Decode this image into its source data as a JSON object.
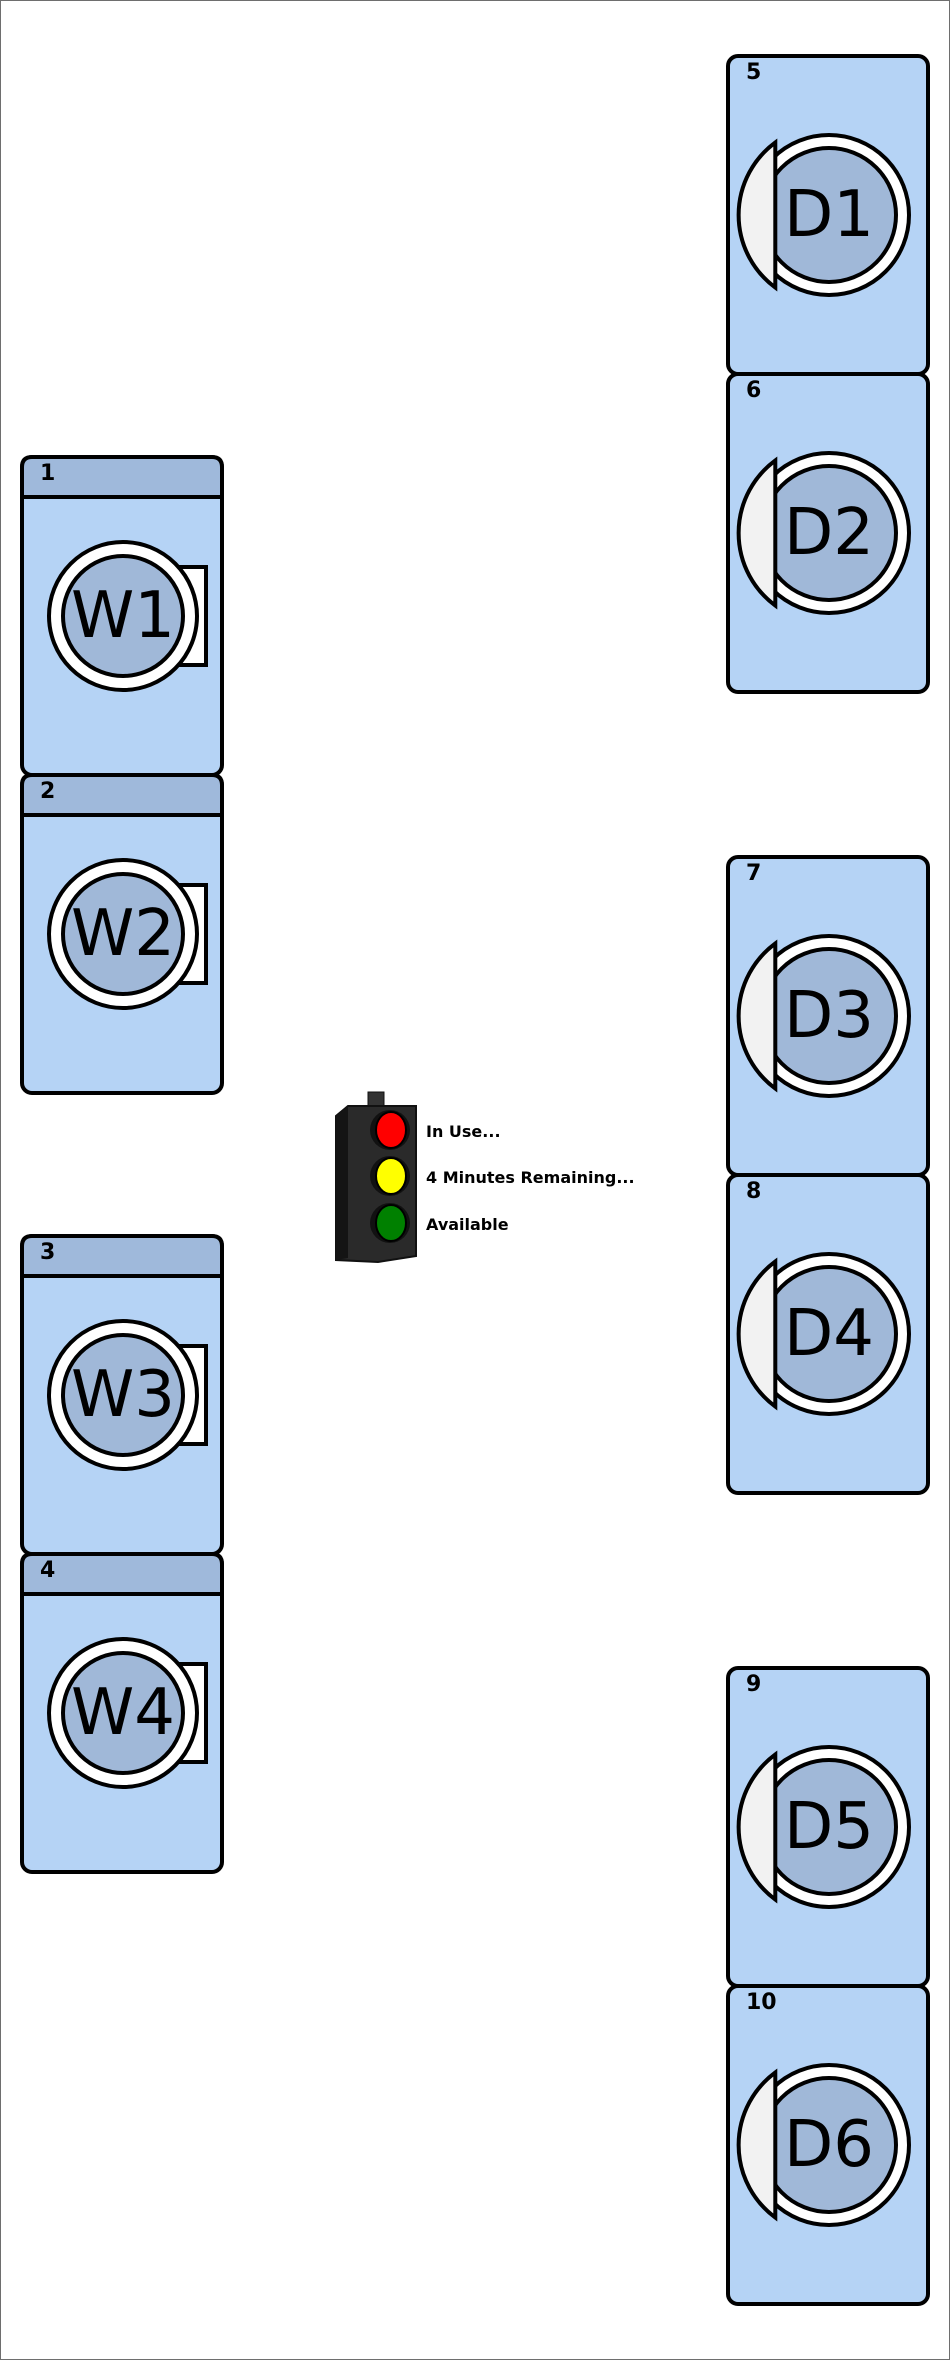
{
  "colors": {
    "machine_body": "#b5d3f5",
    "machine_top": "#9fb9db",
    "drum": "#a0b8d8",
    "outline": "#000000",
    "light_red": "#ff0000",
    "light_yellow": "#ffff00",
    "light_green": "#008000",
    "traffic_light_body": "#222222"
  },
  "legend": {
    "icon": "traffic-light-icon",
    "items": [
      {
        "status": "in_use",
        "color": "red",
        "label": "In Use..."
      },
      {
        "status": "almost_done",
        "color": "yellow",
        "label": "4 Minutes Remaining..."
      },
      {
        "status": "available",
        "color": "green",
        "label": "Available"
      }
    ]
  },
  "washers": [
    {
      "number": "1",
      "label": "W1",
      "icon": "washer-icon"
    },
    {
      "number": "2",
      "label": "W2",
      "icon": "washer-icon"
    },
    {
      "number": "3",
      "label": "W3",
      "icon": "washer-icon"
    },
    {
      "number": "4",
      "label": "W4",
      "icon": "washer-icon"
    }
  ],
  "dryers": [
    {
      "number": "5",
      "label": "D1",
      "icon": "dryer-icon"
    },
    {
      "number": "6",
      "label": "D2",
      "icon": "dryer-icon"
    },
    {
      "number": "7",
      "label": "D3",
      "icon": "dryer-icon"
    },
    {
      "number": "8",
      "label": "D4",
      "icon": "dryer-icon"
    },
    {
      "number": "9",
      "label": "D5",
      "icon": "dryer-icon"
    },
    {
      "number": "10",
      "label": "D6",
      "icon": "dryer-icon"
    }
  ]
}
